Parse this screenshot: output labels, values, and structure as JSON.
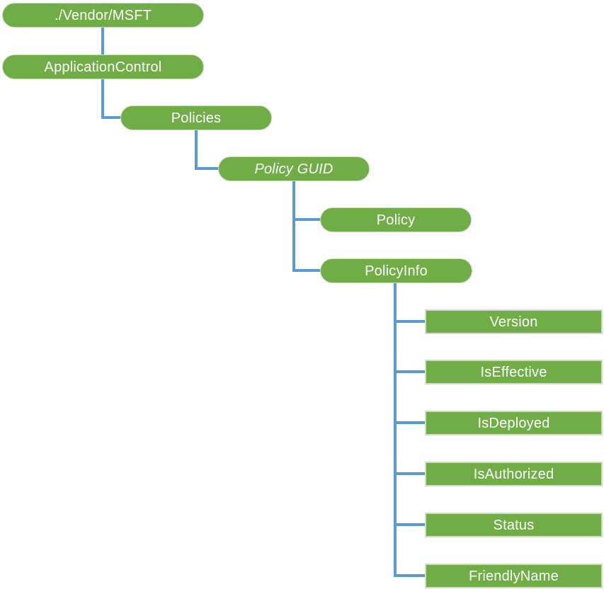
{
  "colors": {
    "node_green": "#70AD47",
    "connector_blue": "#5B9BD5",
    "leaf_border_gray": "#D8D6D2",
    "text_white": "#FFFFFF"
  },
  "tree": {
    "nodes": [
      {
        "id": "vendor-msft",
        "label": "./Vendor/MSFT",
        "shape": "rounded",
        "italic": false,
        "parent": null
      },
      {
        "id": "application-control",
        "label": "ApplicationControl",
        "shape": "rounded",
        "italic": false,
        "parent": "vendor-msft"
      },
      {
        "id": "policies",
        "label": "Policies",
        "shape": "rounded",
        "italic": false,
        "parent": "application-control"
      },
      {
        "id": "policy-guid",
        "label": "Policy GUID",
        "shape": "rounded",
        "italic": true,
        "parent": "policies"
      },
      {
        "id": "policy",
        "label": "Policy",
        "shape": "rounded",
        "italic": false,
        "parent": "policy-guid"
      },
      {
        "id": "policy-info",
        "label": "PolicyInfo",
        "shape": "rounded",
        "italic": false,
        "parent": "policy-guid"
      },
      {
        "id": "version",
        "label": "Version",
        "shape": "rect",
        "italic": false,
        "parent": "policy-info"
      },
      {
        "id": "is-effective",
        "label": "IsEffective",
        "shape": "rect",
        "italic": false,
        "parent": "policy-info"
      },
      {
        "id": "is-deployed",
        "label": "IsDeployed",
        "shape": "rect",
        "italic": false,
        "parent": "policy-info"
      },
      {
        "id": "is-authorized",
        "label": "IsAuthorized",
        "shape": "rect",
        "italic": false,
        "parent": "policy-info"
      },
      {
        "id": "status",
        "label": "Status",
        "shape": "rect",
        "italic": false,
        "parent": "policy-info"
      },
      {
        "id": "friendly-name",
        "label": "FriendlyName",
        "shape": "rect",
        "italic": false,
        "parent": "policy-info"
      }
    ]
  }
}
